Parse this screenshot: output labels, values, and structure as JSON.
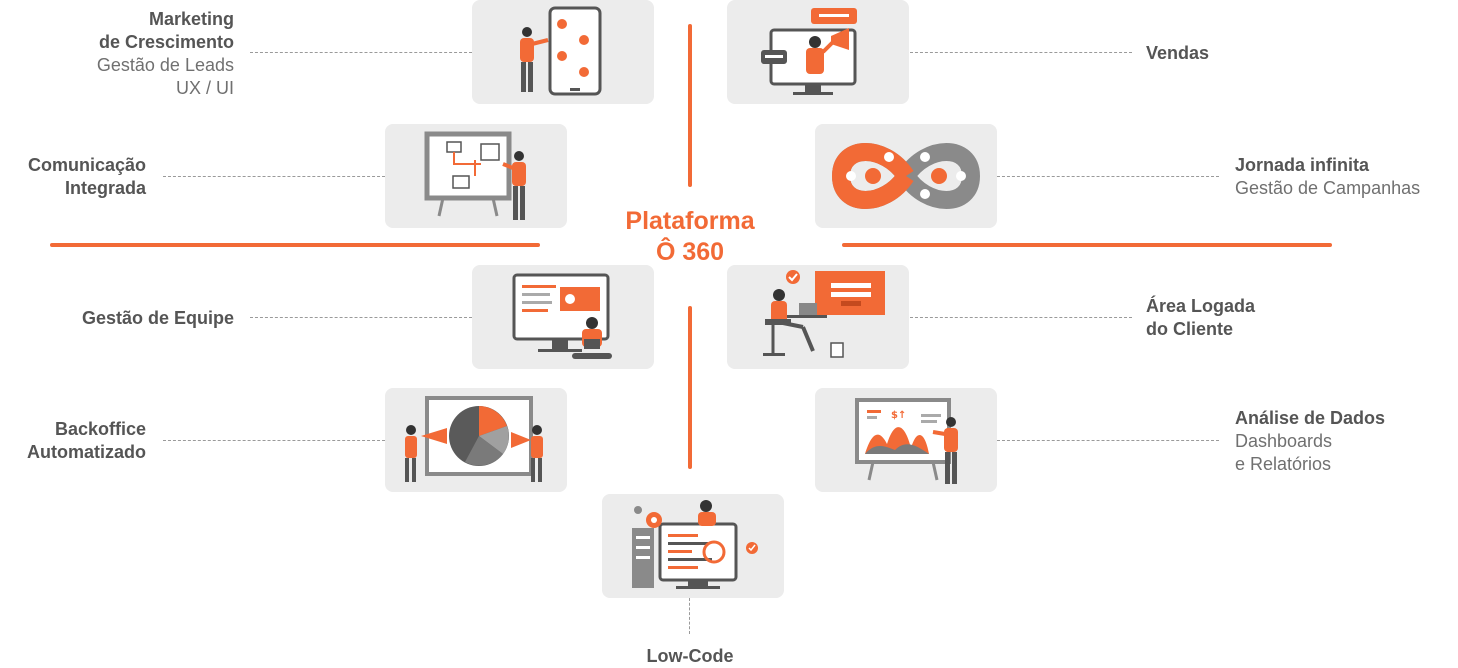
{
  "center": {
    "line1": "Plataforma",
    "line2": "Ô 360"
  },
  "items": {
    "marketing": {
      "title1": "Marketing",
      "title2": "de Crescimento",
      "sub1": "Gestão de Leads",
      "sub2": "UX / UI"
    },
    "vendas": {
      "title1": "Vendas"
    },
    "comunicacao": {
      "title1": "Comunicação",
      "title2": "Integrada"
    },
    "jornada": {
      "title1": "Jornada infinita",
      "sub1": "Gestão de Campanhas"
    },
    "equipe": {
      "title1": "Gestão de Equipe"
    },
    "area": {
      "title1": "Área Logada",
      "title2": "do Cliente"
    },
    "backoffice": {
      "title1": "Backoffice",
      "title2": "Automatizado"
    },
    "analise": {
      "title1": "Análise de Dados",
      "sub1": "Dashboards",
      "sub2": "e Relatórios"
    },
    "lowcode": {
      "title1": "Low-Code"
    }
  },
  "colors": {
    "accent": "#f26a36",
    "card": "#ececec",
    "dark": "#4a4a4a",
    "connector": "#9a9a9a"
  },
  "icons": {
    "marketing": "phone-marketing-icon",
    "vendas": "megaphone-sales-icon",
    "comunicacao": "flow-board-icon",
    "jornada": "infinity-loop-icon",
    "equipe": "team-monitor-icon",
    "area": "login-screen-icon",
    "backoffice": "pie-chart-board-icon",
    "analise": "analytics-board-icon",
    "lowcode": "code-monitor-icon"
  }
}
